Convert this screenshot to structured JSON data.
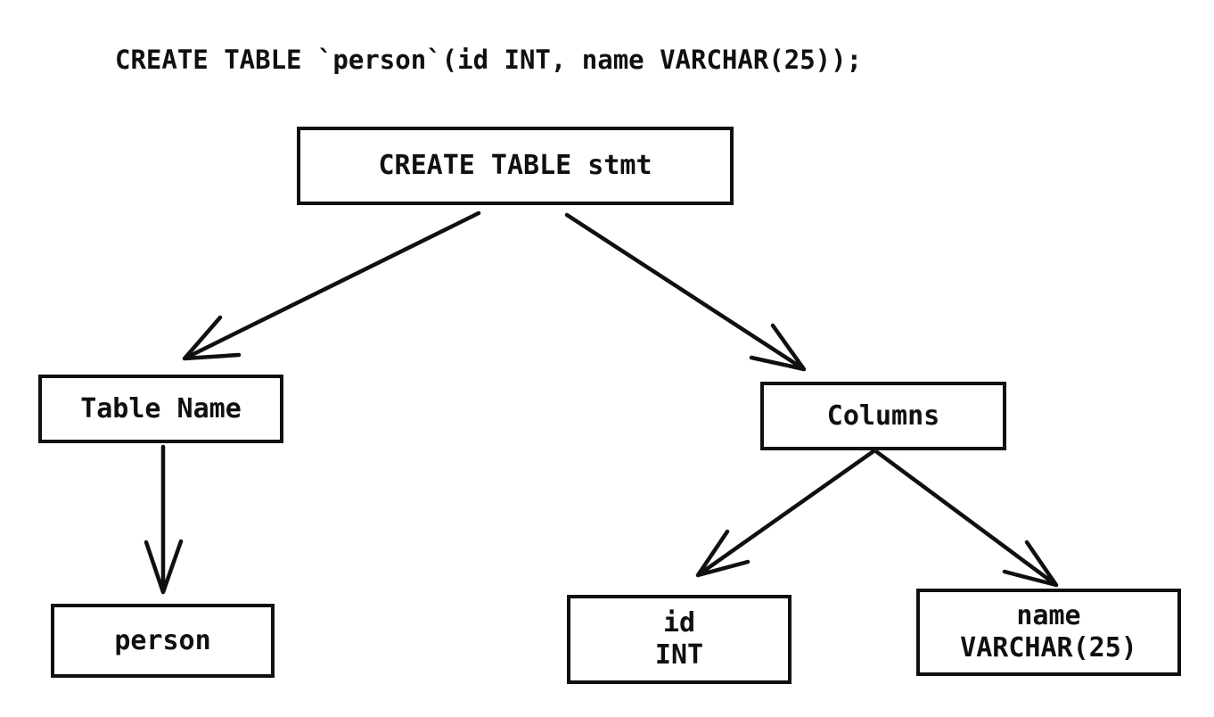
{
  "colors": {
    "background": "#ffffff",
    "ink": "#101010"
  },
  "sql_statement": "CREATE TABLE `person`(id INT, name VARCHAR(25));",
  "nodes": {
    "stmt": {
      "label": "CREATE TABLE stmt"
    },
    "table_name": {
      "label": "Table Name"
    },
    "columns": {
      "label": "Columns"
    },
    "person": {
      "label": "person"
    },
    "id_column": {
      "name": "id",
      "type": "INT"
    },
    "name_column": {
      "name": "name",
      "type": "VARCHAR(25)"
    }
  },
  "edges": [
    {
      "from": "CREATE TABLE stmt",
      "to": "Table Name"
    },
    {
      "from": "CREATE TABLE stmt",
      "to": "Columns"
    },
    {
      "from": "Table Name",
      "to": "person"
    },
    {
      "from": "Columns",
      "to": "id INT"
    },
    {
      "from": "Columns",
      "to": "name VARCHAR(25)"
    }
  ]
}
